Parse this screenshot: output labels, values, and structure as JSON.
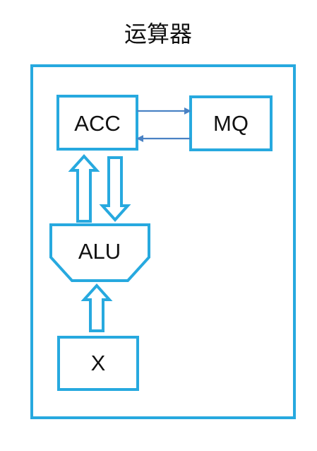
{
  "title": "运算器",
  "colors": {
    "stroke": "#27a9df",
    "thin_arrow": "#4a82c4",
    "text": "#111111",
    "background": "#ffffff"
  },
  "boxes": {
    "acc": "ACC",
    "mq": "MQ",
    "alu": "ALU",
    "x": "X"
  },
  "connections": [
    {
      "from": "ACC",
      "to": "MQ",
      "style": "thin-arrow"
    },
    {
      "from": "MQ",
      "to": "ACC",
      "style": "thin-arrow"
    },
    {
      "from": "ALU",
      "to": "ACC",
      "style": "hollow-arrow"
    },
    {
      "from": "ACC",
      "to": "ALU",
      "style": "hollow-arrow"
    },
    {
      "from": "X",
      "to": "ALU",
      "style": "hollow-arrow"
    }
  ]
}
